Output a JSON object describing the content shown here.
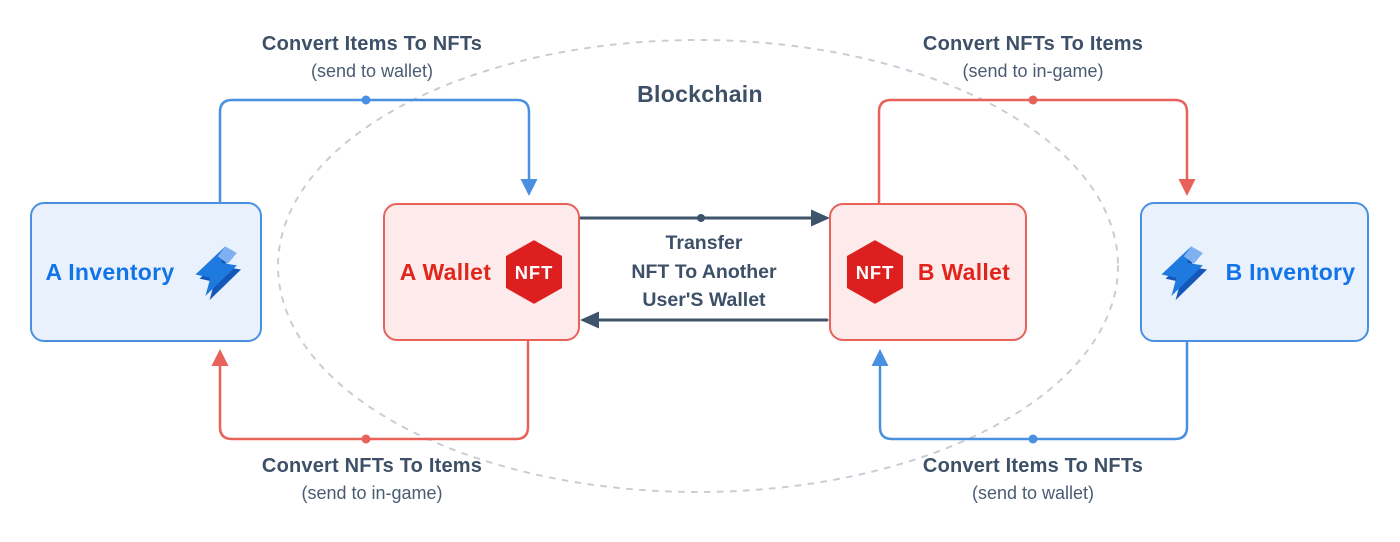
{
  "colors": {
    "blue": "#4a90e2",
    "red": "#e8625a",
    "dark": "#3f536b",
    "text-dark": "#3d5068",
    "text-sub": "#4b5c72",
    "inventory-bg": "#e8f1fc",
    "inventory-border": "#4a90e2",
    "inventory-text": "#1274e8",
    "wallet-bg": "#fcebea",
    "wallet-border": "#e8625a",
    "wallet-text": "#e2251c",
    "badge-bg": "#de1f1f",
    "badge-text": "#ffffff",
    "ellipse-stroke": "#c8cdd6",
    "bolt-main": "#1f7ae0",
    "bolt-dark": "#1358b8",
    "bolt-light": "#7fb1f0"
  },
  "blockchain": {
    "label": "Blockchain"
  },
  "transfer": {
    "line1": "Transfer",
    "line2": "NFT To Another",
    "line3": "User'S Wallet"
  },
  "flows": {
    "top_left": {
      "title": "Convert Items To NFTs",
      "subtitle": "(send to wallet)"
    },
    "top_right": {
      "title": "Convert NFTs To Items",
      "subtitle": "(send to in-game)"
    },
    "bottom_left": {
      "title": "Convert NFTs To Items",
      "subtitle": "(send to in-game)"
    },
    "bottom_right": {
      "title": "Convert Items To NFTs",
      "subtitle": "(send to wallet)"
    }
  },
  "nodes": {
    "a_inventory": {
      "label": "A Inventory",
      "icon": "lightning-icon"
    },
    "a_wallet": {
      "label": "A Wallet",
      "badge": "NFT"
    },
    "b_wallet": {
      "label": "B Wallet",
      "badge": "NFT"
    },
    "b_inventory": {
      "label": "B Inventory",
      "icon": "lightning-icon"
    }
  }
}
